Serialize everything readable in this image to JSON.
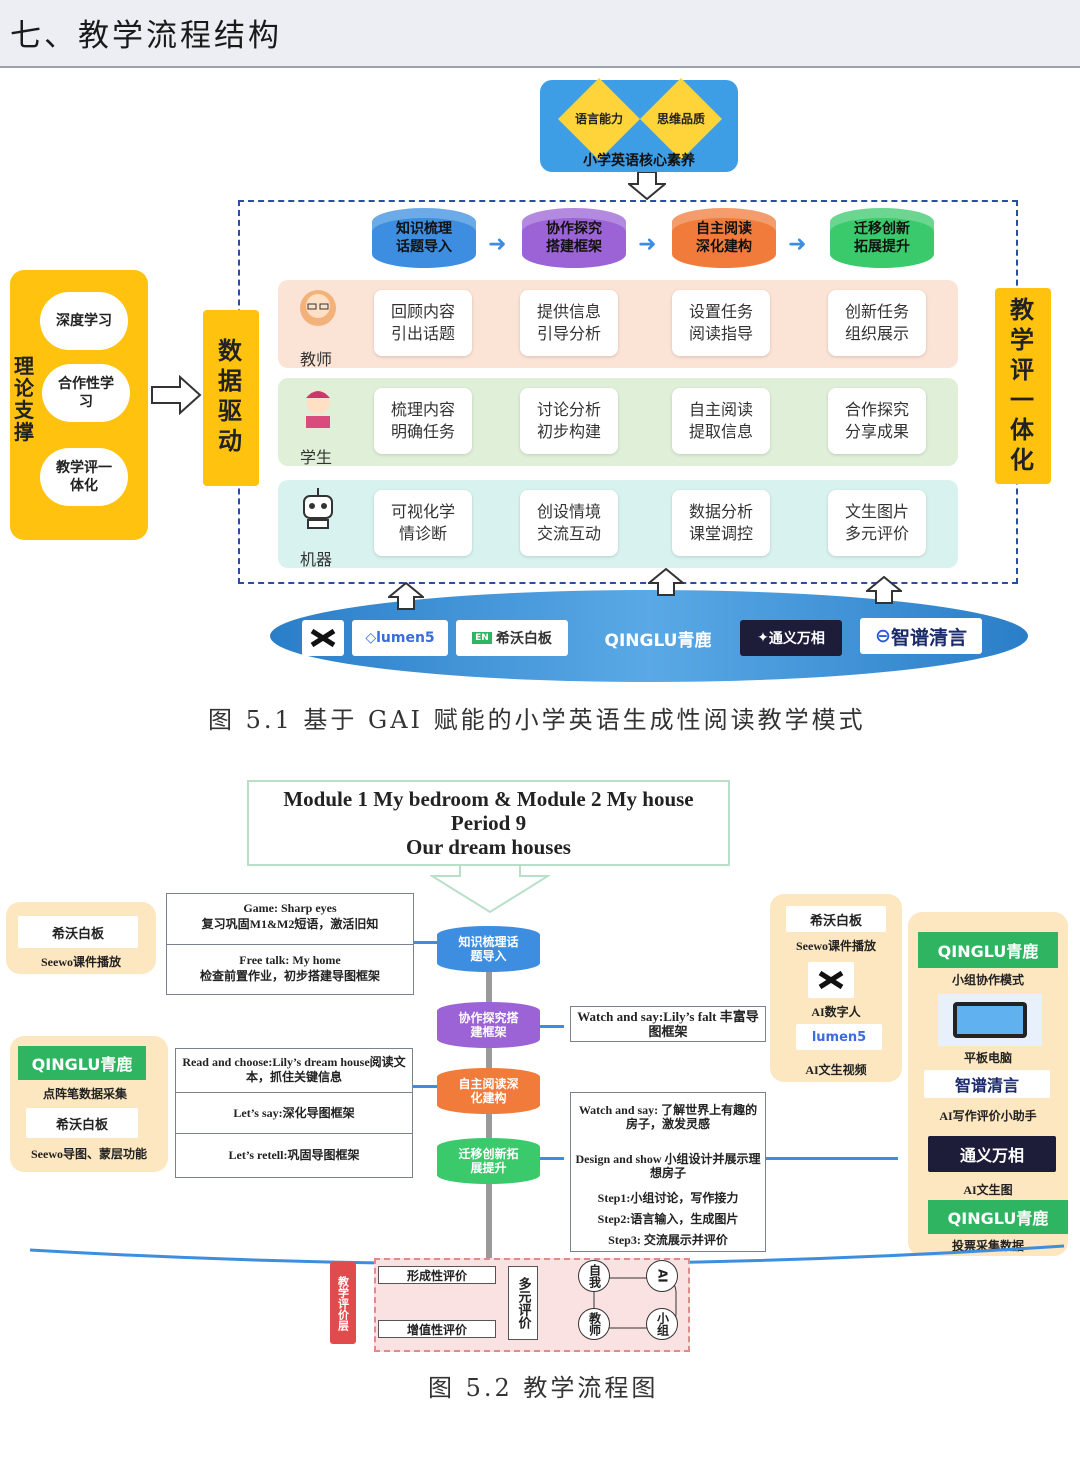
{
  "header": {
    "title": "七、教学流程结构"
  },
  "fig1": {
    "core": {
      "a": "语言能力",
      "b": "思维品质",
      "label": "小学英语核心素养"
    },
    "stages": [
      "知识梳理话题导入",
      "协作探究搭建框架",
      "自主阅读深化建构",
      "迁移创新拓展提升"
    ],
    "stage_colors": [
      "#3d8ee0",
      "#9b63d6",
      "#f07b3a",
      "#3ac96b"
    ],
    "rows": [
      {
        "role": "教师",
        "items": [
          "回顾内容引出话题",
          "提供信息引导分析",
          "设置任务阅读指导",
          "创新任务组织展示"
        ],
        "color": "#fbe3d5"
      },
      {
        "role": "学生",
        "items": [
          "梳理内容明确任务",
          "讨论分析初步构建",
          "自主阅读提取信息",
          "合作探究分享成果"
        ],
        "color": "#e0f0d8"
      },
      {
        "role": "机器",
        "items": [
          "可视化学情诊断",
          "创设情境交流互动",
          "数据分析课堂调控",
          "文生图片多元评价"
        ],
        "color": "#d8f2ef"
      }
    ],
    "left_title": "理论支撑",
    "clouds": [
      "深度学习",
      "合作性学习",
      "教学评一体化"
    ],
    "drive": "数据驱动",
    "right": "教学评一体化",
    "logos": [
      "lumen5",
      "希沃白板",
      "QINGLU青鹿",
      "通义万相",
      "智谱清言"
    ],
    "caption": "图 5.1  基于 GAI 赋能的小学英语生成性阅读教学模式"
  },
  "fig2": {
    "title1": "Module 1 My bedroom & Module 2 My house",
    "title2": "Period 9",
    "title3": "Our dream houses",
    "left_boxes": [
      {
        "t1": "Game: Sharp eyes",
        "t2": "复习巩固M1&M2短语，激活旧知"
      },
      {
        "t1": "Free talk: My home",
        "t2": "检查前置作业，初步搭建导图框架"
      }
    ],
    "left_boxes2": [
      "Read and choose:Lily’s dream house阅读文本，抓住关键信息",
      "Let’s say:深化导图框架",
      "Let’s retell:巩固导图框架"
    ],
    "stages": [
      "知识梳理话题导入",
      "协作探究搭建框架",
      "自主阅读深化建构",
      "迁移创新拓展提升"
    ],
    "watch1": "Watch and say:Lily’s falt 丰富导图框架",
    "right_list": [
      "Watch and say: 了解世界上有趣的房子，激发灵感",
      "Design and show 小组设计并展示理想房子",
      "Step1:小组讨论，写作接力",
      "Step2:语言输入，生成图片",
      "Step3: 交流展示并评价"
    ],
    "panel_l1": {
      "logo": "希沃白板",
      "text": "Seewo课件播放"
    },
    "panel_l2": {
      "logo1": "QINGLU青鹿",
      "t1": "点阵笔数据采集",
      "logo2": "希沃白板",
      "t2": "Seewo导图、蒙层功能"
    },
    "panel_m": {
      "logo1": "希沃白板",
      "t1": "Seewo课件播放",
      "t2": "AI数字人",
      "logo2": "lumen5",
      "t3": "AI文生视频"
    },
    "panel_r": {
      "logo1": "QINGLU青鹿",
      "t1": "小组协作模式",
      "t2": "平板电脑",
      "logo2": "智谱清言",
      "t3": "AI写作评价小助手",
      "logo3": "通义万相",
      "t4": "AI文生图",
      "logo4": "QINGLU青鹿",
      "t5": "投票采集数据"
    },
    "eval": {
      "layer": "教学评价层",
      "form": "形成性评价",
      "value": "增值性评价",
      "multi": "多元评价",
      "self": "自我",
      "ai": "AI",
      "teacher": "教师",
      "group": "小组"
    },
    "caption": "图 5.2  教学流程图"
  }
}
